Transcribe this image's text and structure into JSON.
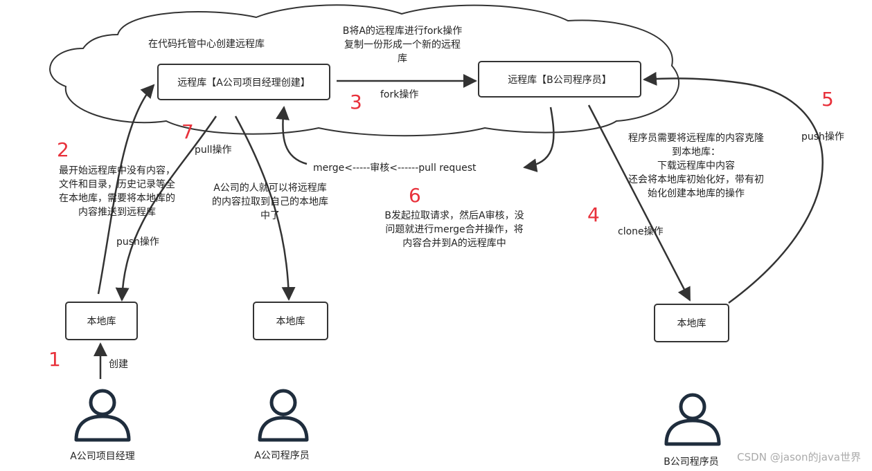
{
  "boxes": {
    "remote_a": "远程库【A公司项目经理创建】",
    "remote_b": "远程库【B公司程序员】",
    "local_pm": "本地库",
    "local_a": "本地库",
    "local_b": "本地库"
  },
  "people": {
    "pm": "A公司项目经理",
    "dev_a": "A公司程序员",
    "dev_b": "B公司程序员"
  },
  "labels": {
    "cloud_title": "在代码托管中心创建远程库",
    "fork_desc": [
      "B将A的远程库进行fork操作",
      "复制一份形成一个新的远程",
      "库"
    ],
    "fork_op": "fork操作",
    "create": "创建",
    "push_op_left": "push操作",
    "push_op_right": "push操作",
    "pull_op": "pull操作",
    "clone_op": "clone操作",
    "merge_flow": "merge<-----审核<------pull request",
    "step2_desc": [
      "最开始远程库中没有内容，",
      "文件和目录，历史记录等全",
      "在本地库，需要将本地库的",
      "内容推送到远程库"
    ],
    "step7_desc": [
      "A公司的人就可以将远程库",
      "的内容拉取到自己的本地库",
      "中了"
    ],
    "step6_desc": [
      "B发起拉取请求，然后A审核，没",
      "问题就进行merge合并操作，将",
      "内容合并到A的远程库中"
    ],
    "step4_desc": [
      "程序员需要将远程库的内容克隆",
      "到本地库：",
      "下载远程库中内容",
      "还会将本地库初始化好，带有初",
      "始化创建本地库的操作"
    ]
  },
  "steps": {
    "s1": "1",
    "s2": "2",
    "s3": "3",
    "s4": "4",
    "s5": "5",
    "s6": "6",
    "s7": "7"
  },
  "watermark": "CSDN @jason的java世界",
  "colors": {
    "stroke": "#333333",
    "step_number": "#e8313b",
    "person": "#1f2d3d"
  }
}
